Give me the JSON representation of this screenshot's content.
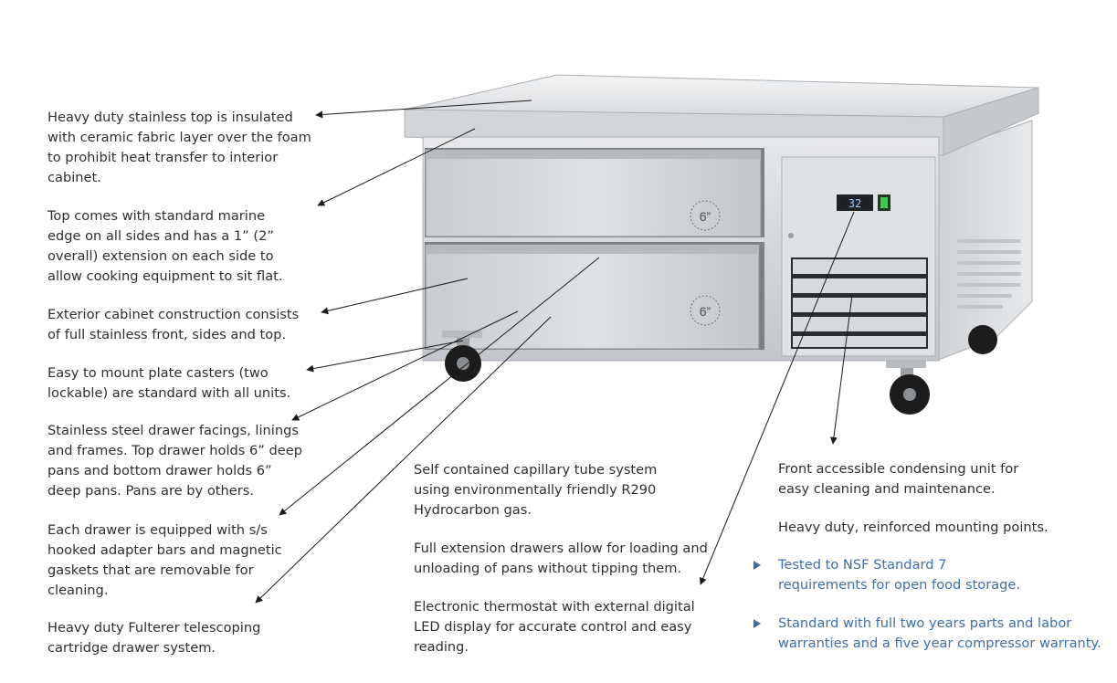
{
  "product": {
    "drawer_top_label": "6”",
    "drawer_bottom_label": "6”",
    "thermostat_reading": "32"
  },
  "notes_left": [
    {
      "id": "top-insulated",
      "text": "Heavy duty stainless top is insulated\nwith ceramic fabric layer over the foam\nto prohibit heat transfer to interior\ncabinet."
    },
    {
      "id": "marine-edge",
      "text": "Top comes with standard marine\nedge on all sides and has a 1” (2”\noverall) extension on each side to\nallow cooking equipment to sit flat."
    },
    {
      "id": "exterior-cabinet",
      "text": "Exterior cabinet construction consists\nof full stainless front, sides and top."
    },
    {
      "id": "casters",
      "text": "Easy to mount plate casters (two\nlockable) are standard with all units."
    },
    {
      "id": "drawer-facings",
      "text": "Stainless steel drawer facings, linings\nand frames. Top drawer holds 6” deep\npans and bottom drawer holds 6”\ndeep pans. Pans are by others."
    },
    {
      "id": "adapter-bars",
      "text": "Each drawer is equipped with s/s\nhooked adapter bars and magnetic\ngaskets that are removable for\ncleaning."
    },
    {
      "id": "telescoping",
      "text": "Heavy duty Fulterer telescoping\ncartridge drawer system."
    }
  ],
  "notes_middle": [
    {
      "id": "capillary",
      "text": "Self contained capillary tube system\nusing environmentally friendly R290\nHydrocarbon gas."
    },
    {
      "id": "full-extension",
      "text": "Full extension drawers allow for loading and\nunloading of pans without tipping them."
    },
    {
      "id": "thermostat",
      "text": "Electronic thermostat with external digital\nLED display for accurate  control and easy\nreading."
    }
  ],
  "notes_right": [
    {
      "id": "condensing",
      "text": "Front accessible condensing unit for\neasy cleaning and maintenance."
    },
    {
      "id": "mounting",
      "text": "Heavy duty, reinforced mounting points."
    }
  ],
  "notes_bullets": [
    {
      "id": "nsf",
      "text": "Tested to NSF Standard 7\nrequirements for open food storage."
    },
    {
      "id": "warranty",
      "text": "Standard with full two years parts and labor\nwarranties and a five year compressor warranty."
    }
  ],
  "colors": {
    "body_text": "#2e2e2e",
    "accent_blue": "#3d6fa8",
    "stainless_light": "#e4e6e8",
    "stainless_mid": "#c7cacd",
    "stainless_dark": "#9a9ea2"
  }
}
